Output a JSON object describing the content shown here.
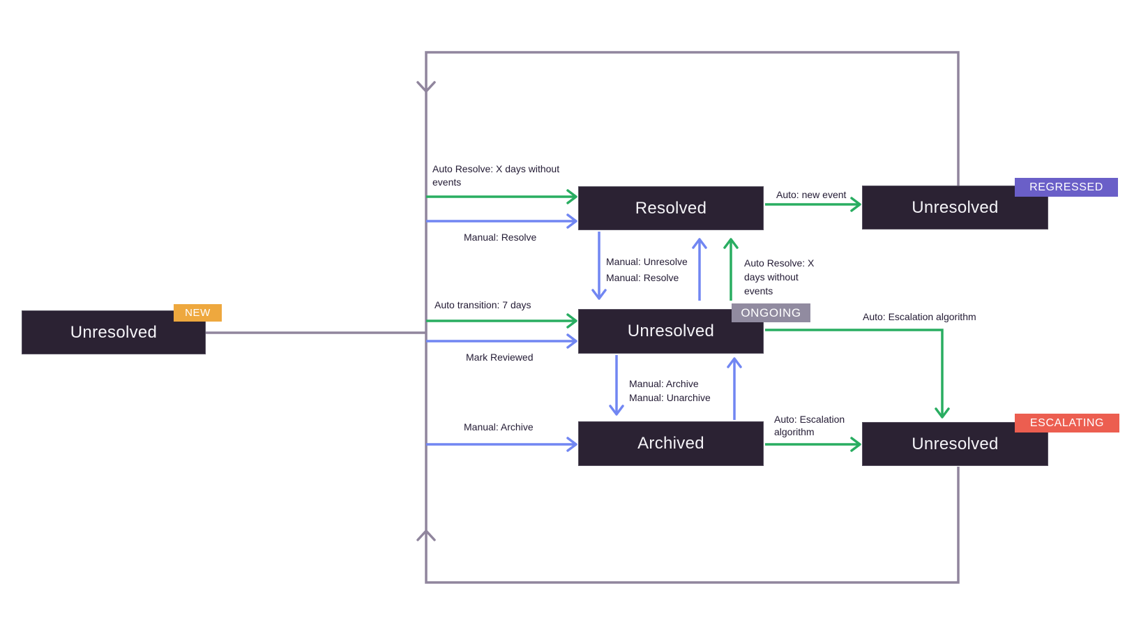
{
  "colors": {
    "green": "#29AD61",
    "blue": "#7186F2",
    "loop_line": "#90859D",
    "box_bg": "#2B2233",
    "box_border": "#56505F",
    "box_text": "#F4F3F7",
    "label_text": "#221A33",
    "badge_text": "#FFFFFF",
    "badge_new": "#EEA83E",
    "badge_ongoing": "#918BA0",
    "badge_regressed": "#6A5FC8",
    "badge_escalating": "#EC5E50"
  },
  "nodes": {
    "new": {
      "label": "Unresolved",
      "badge": "NEW"
    },
    "resolved": {
      "label": "Resolved"
    },
    "ongoing": {
      "label": "Unresolved",
      "badge": "ONGOING"
    },
    "archived": {
      "label": "Archived"
    },
    "regressed": {
      "label": "Unresolved",
      "badge": "REGRESSED"
    },
    "escalating": {
      "label": "Unresolved",
      "badge": "ESCALATING"
    }
  },
  "edge_labels": {
    "auto_resolve_to_resolved": "Auto Resolve: X days without\nevents",
    "manual_resolve_to_resolved": "Manual: Resolve",
    "auto_new_event": "Auto: new event",
    "manual_unresolve_resolve": "Manual: Unresolve\nManual: Resolve",
    "auto_resolve_from_ongoing": "Auto Resolve: X\ndays without\nevents",
    "auto_transition": "Auto transition: 7 days",
    "mark_reviewed": "Mark Reviewed",
    "auto_escalation_from_ongoing": "Auto: Escalation algorithm",
    "manual_archive_unarchive": "Manual: Archive\nManual: Unarchive",
    "manual_archive": "Manual: Archive",
    "auto_escalation_from_archived": "Auto: Escalation\nalgorithm"
  }
}
